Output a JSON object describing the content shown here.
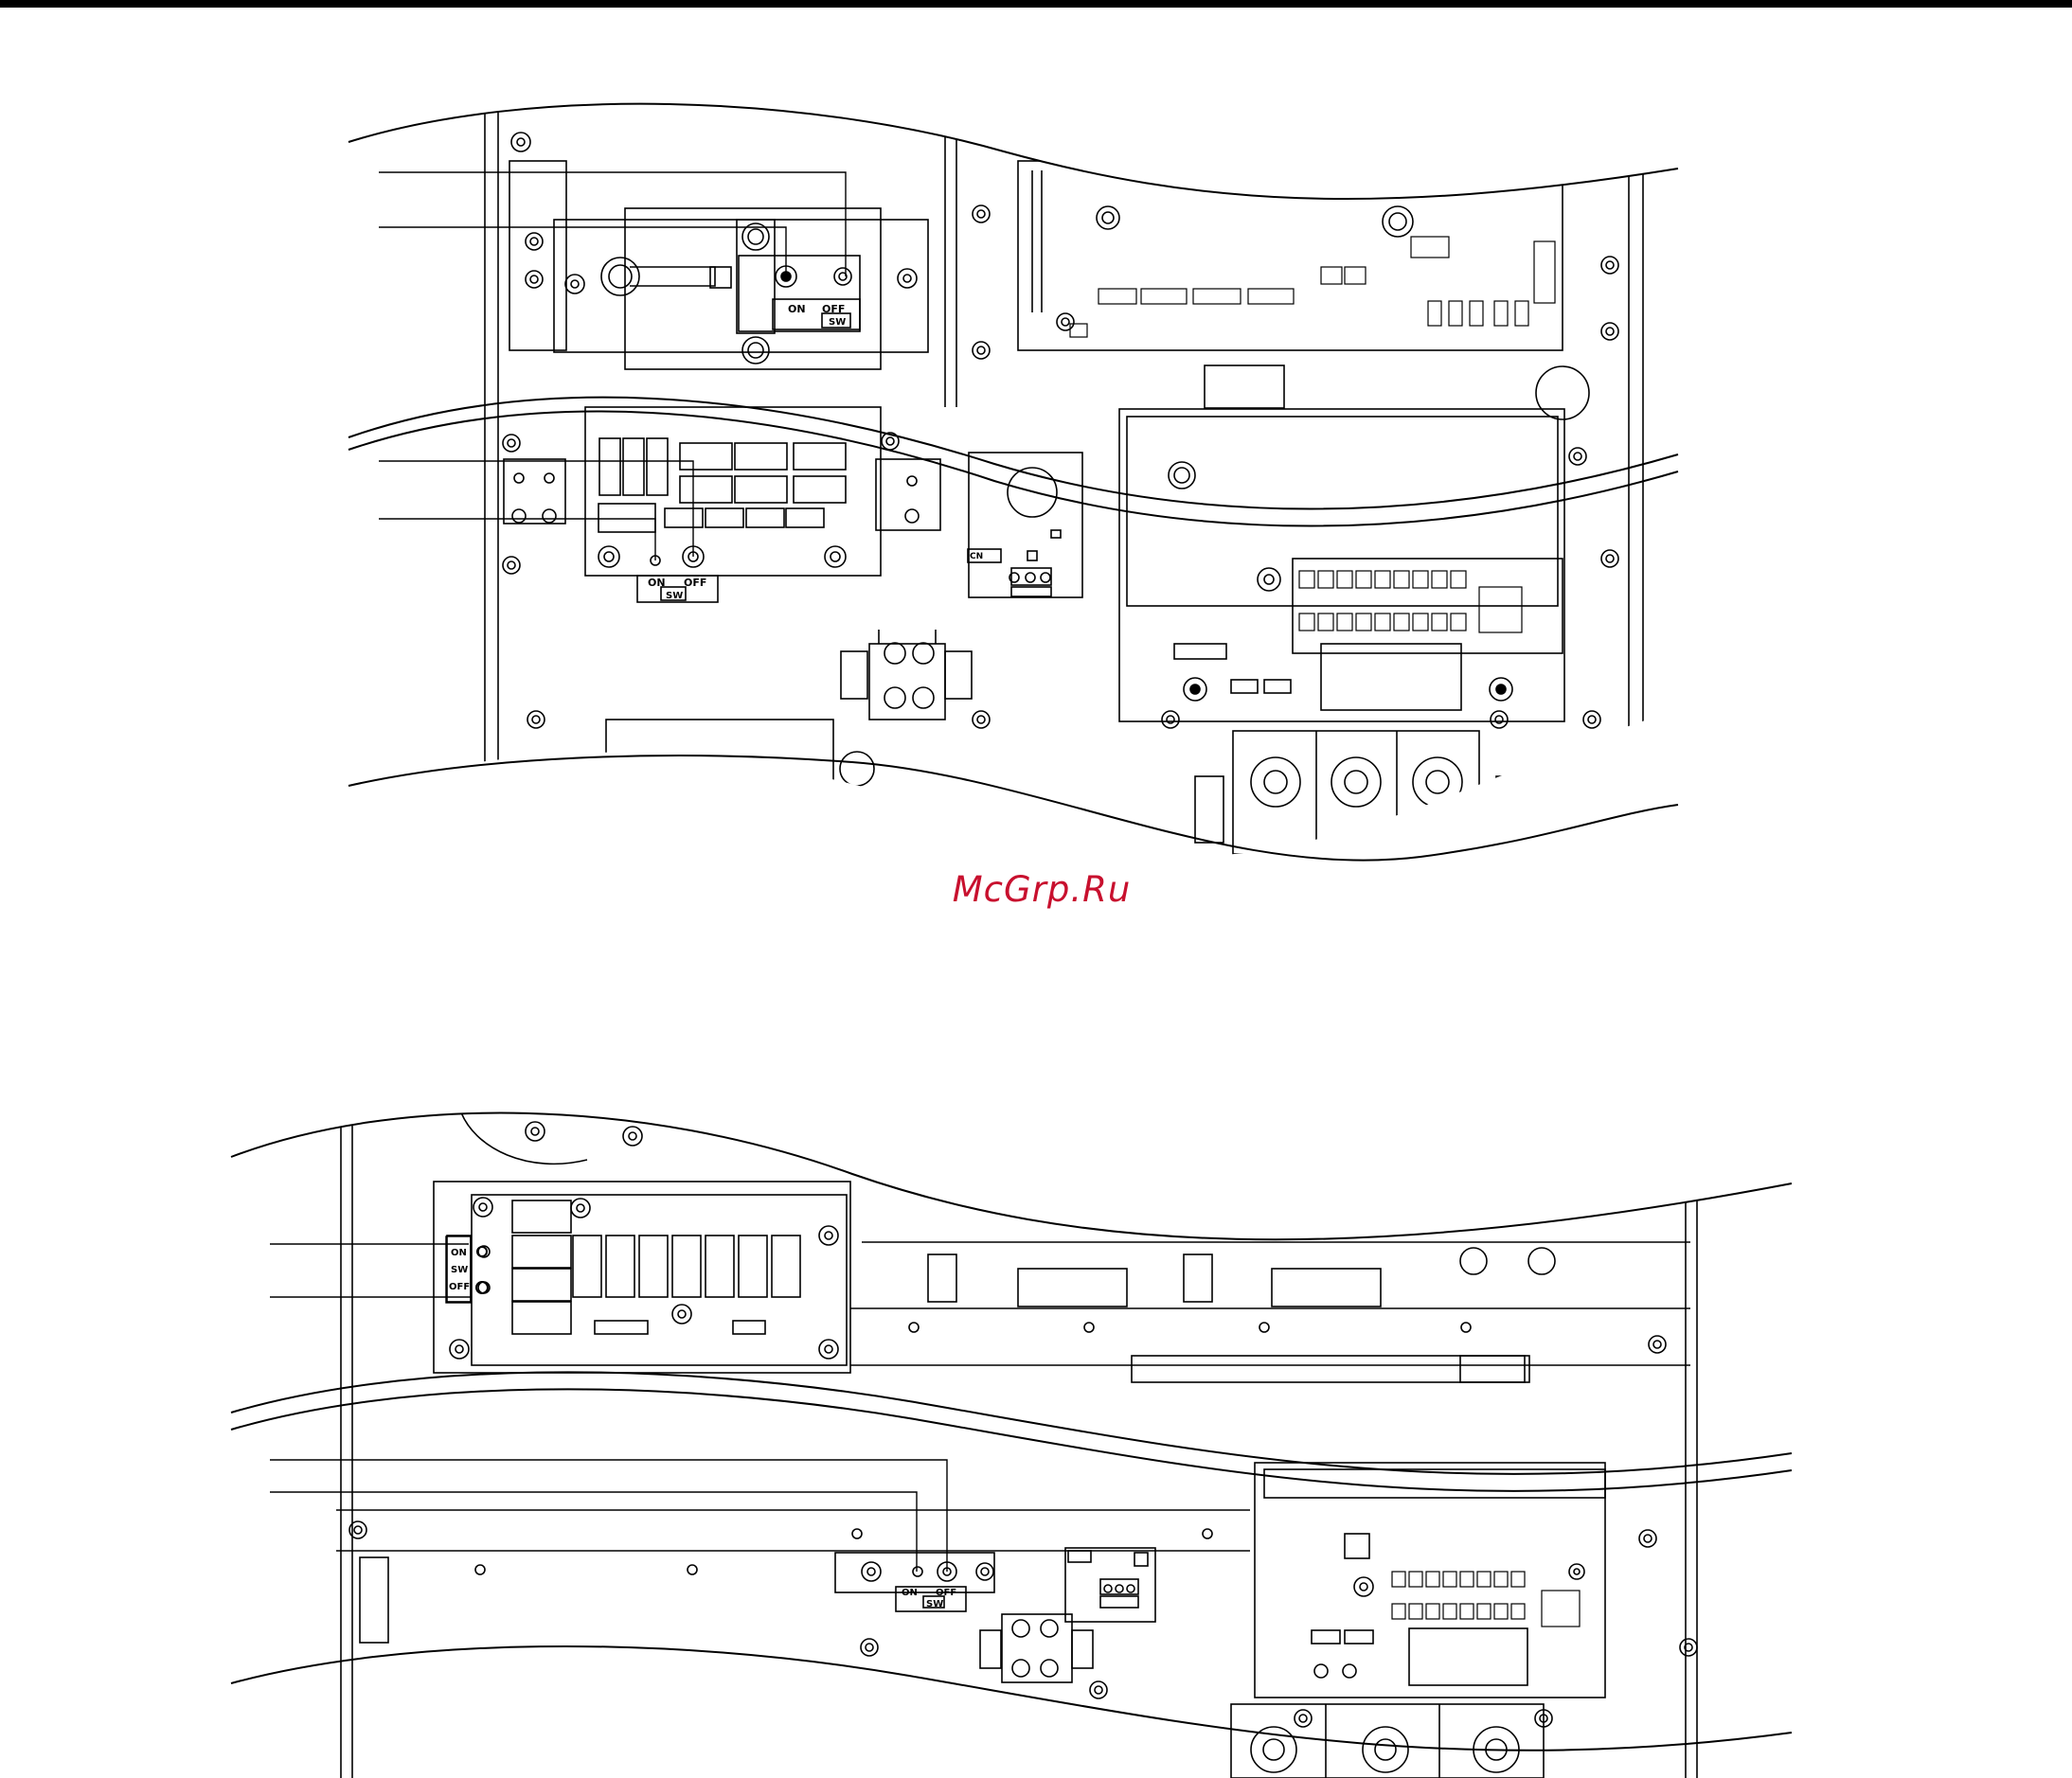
{
  "watermark": "McGrp.Ru",
  "upper_figure": {
    "main_switch": {
      "on_label": "ON",
      "off_label": "OFF",
      "tag": "SW"
    },
    "breaker_switch": {
      "on_label": "ON",
      "off_label": "OFF",
      "tag": "SW"
    },
    "small_board_label": "CN"
  },
  "lower_figure": {
    "side_switch": {
      "on_label": "ON",
      "tag": "SW",
      "off_label": "OFF"
    },
    "bottom_switch": {
      "on_label": "ON",
      "off_label": "OFF",
      "tag": "SW"
    }
  },
  "colors": {
    "line": "#000000",
    "paper": "#ffffff",
    "watermark": "#c8102e"
  }
}
